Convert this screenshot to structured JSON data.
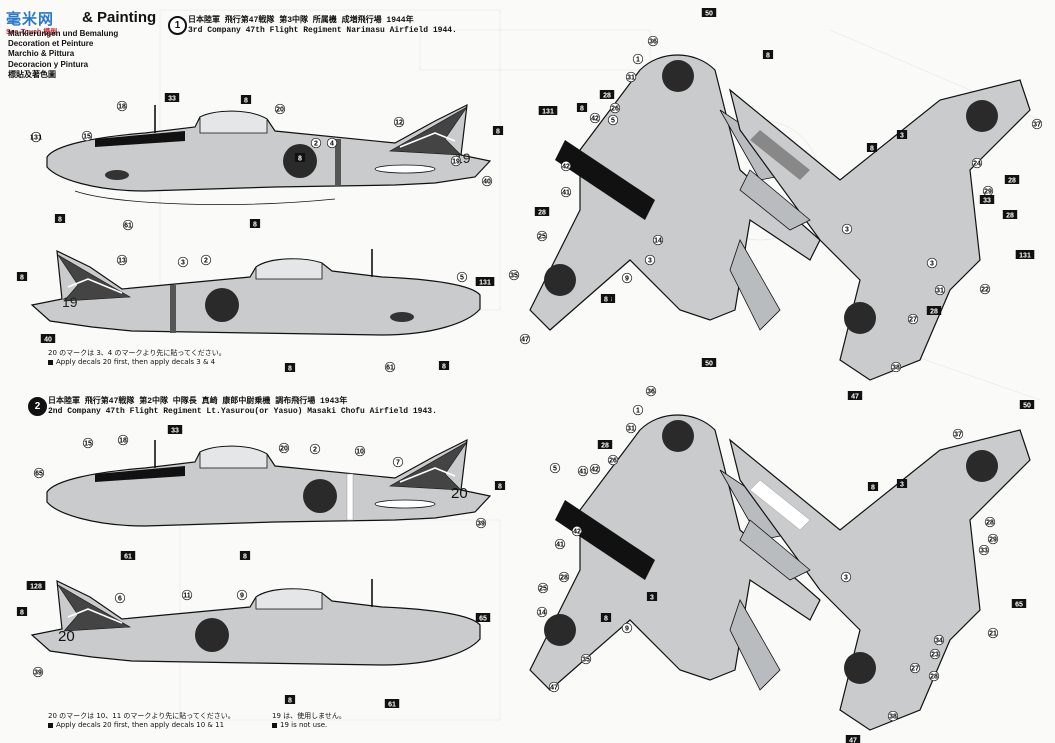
{
  "watermark": {
    "main": "毫米网",
    "sub": "See-Touch 模型"
  },
  "header": {
    "title": "& Painting",
    "languages": [
      "Markierungen und Bemalung",
      "Decoration et Peinture",
      "Marchio & Pittura",
      "Decoracion y Pintura",
      "標貼及著色圖"
    ]
  },
  "section1": {
    "number": "1",
    "line_jp": "日本陸軍 飛行第47戦隊 第3中隊 所属機 成増飛行場 1944年",
    "line_en": "3rd Company  47th Flight Regiment Narimasu Airfield 1944.",
    "note_jp": "20 のマークは 3、4 のマークより先に貼ってください。",
    "note_en": "Apply decals 20 first, then apply decals 3 & 4"
  },
  "section2": {
    "number": "2",
    "line_jp": "日本陸軍 飛行第47戦隊 第2中隊 中隊長 真崎 康郎中尉乗機 調布飛行場 1943年",
    "line_en": "2nd Company  47th Flight Regiment Lt.Yasurou(or Yasuo) Masaki Chofu Airfield 1943.",
    "note_jp": "20 のマークは 10、11 のマークより先に貼ってください。",
    "note_en": "Apply decals 20 first, then apply decals 10 & 11",
    "note2_jp": "19 は、使用しません。",
    "note2_en": "19 is not use."
  },
  "aircraft_codes": {
    "plane1": "19",
    "plane2": "20"
  },
  "colors": {
    "paint": "#c9cbcc",
    "paint_dark": "#a7aaac",
    "ink": "#111111",
    "hinomaru": "#2a2a2a"
  },
  "callouts_top_side_a": [
    "33",
    "8",
    "20",
    "2",
    "4",
    "12",
    "8",
    "40",
    "19",
    "15",
    "18",
    "131",
    "8",
    "61",
    "8",
    "8"
  ],
  "callouts_top_side_b": [
    "13",
    "3",
    "2",
    "5",
    "131",
    "8",
    "40",
    "61",
    "8",
    "8"
  ],
  "callouts_bottom_side_a": [
    "33",
    "18",
    "15",
    "20",
    "2",
    "10",
    "7",
    "65",
    "8",
    "39",
    "61",
    "8"
  ],
  "callouts_bottom_side_b": [
    "128",
    "6",
    "11",
    "9",
    "8",
    "39",
    "61",
    "8",
    "65"
  ],
  "callouts_plan_top_left": [
    "50",
    "36",
    "1",
    "31",
    "28",
    "26",
    "42",
    "5",
    "131",
    "8",
    "42",
    "41",
    "28",
    "25",
    "14",
    "3",
    "9",
    "8",
    "35",
    "47",
    "8"
  ],
  "callouts_plan_top_right": [
    "8",
    "37",
    "3",
    "24",
    "28",
    "29",
    "33",
    "3",
    "28",
    "22",
    "131",
    "3",
    "31",
    "27",
    "28",
    "38",
    "47",
    "8"
  ],
  "callouts_plan_bottom_left": [
    "50",
    "36",
    "1",
    "31",
    "28",
    "26",
    "42",
    "41",
    "5",
    "42",
    "41",
    "28",
    "25",
    "14",
    "3",
    "9",
    "35",
    "47",
    "8"
  ],
  "callouts_plan_bottom_right": [
    "50",
    "37",
    "3",
    "28",
    "29",
    "33",
    "65",
    "3",
    "21",
    "34",
    "23",
    "28",
    "27",
    "38",
    "47",
    "8"
  ]
}
